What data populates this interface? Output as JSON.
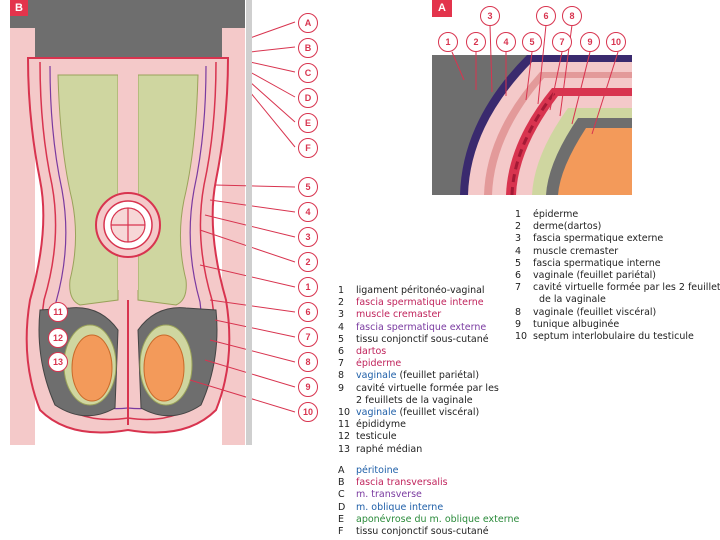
{
  "panel_b": {
    "tag": "B",
    "letter_labels": [
      "A",
      "B",
      "C",
      "D",
      "E",
      "F"
    ],
    "number_labels": [
      "5",
      "4",
      "3",
      "2",
      "1",
      "6",
      "7",
      "8",
      "9",
      "10"
    ],
    "inner_labels": [
      "11",
      "12",
      "13"
    ]
  },
  "panel_a": {
    "tag": "A",
    "top_labels": [
      "3",
      "6",
      "8"
    ],
    "row_labels": [
      "1",
      "2",
      "4",
      "5",
      "7",
      "9",
      "10"
    ]
  },
  "legend_a": [
    {
      "n": "1",
      "t": "épiderme"
    },
    {
      "n": "2",
      "t": "derme(dartos)"
    },
    {
      "n": "3",
      "t": "fascia spermatique externe"
    },
    {
      "n": "4",
      "t": "muscle cremaster"
    },
    {
      "n": "5",
      "t": "fascia spermatique interne"
    },
    {
      "n": "6",
      "t": "vaginale (feuillet pariétal)"
    },
    {
      "n": "7",
      "t": "cavité virtuelle formée par les 2 feuillets"
    },
    {
      "n": "",
      "t": "de la vaginale"
    },
    {
      "n": "8",
      "t": "vaginale (feuillet viscéral)"
    },
    {
      "n": "9",
      "t": "tunique albuginée"
    },
    {
      "n": "10",
      "t": "septum interlobulaire du testicule"
    }
  ],
  "legend_b_numbers": [
    {
      "n": "1",
      "t": "ligament péritonéo-vaginal",
      "c": ""
    },
    {
      "n": "2",
      "t": "fascia spermatique interne",
      "c": "pink"
    },
    {
      "n": "3",
      "t": "muscle cremaster",
      "c": "pink"
    },
    {
      "n": "4",
      "t": "fascia spermatique externe",
      "c": "purple"
    },
    {
      "n": "5",
      "t": "tissu conjonctif sous-cutané",
      "c": ""
    },
    {
      "n": "6",
      "t": "dartos",
      "c": "pink"
    },
    {
      "n": "7",
      "t": "épiderme",
      "c": "pink"
    },
    {
      "n": "8",
      "t": "vaginale",
      "t2": " (feuillet pariétal)",
      "c": "blue"
    },
    {
      "n": "9",
      "t": "cavité virtuelle formée par les",
      "c": ""
    },
    {
      "n": "",
      "t": "2 feuillets de la vaginale",
      "c": ""
    },
    {
      "n": "10",
      "t": "vaginale",
      "t2": " (feuillet viscéral)",
      "c": "blue"
    },
    {
      "n": "11",
      "t": "épididyme",
      "c": ""
    },
    {
      "n": "12",
      "t": "testicule",
      "c": ""
    },
    {
      "n": "13",
      "t": "raphé médian",
      "c": ""
    }
  ],
  "legend_b_letters": [
    {
      "n": "A",
      "t": "péritoine",
      "c": "blue"
    },
    {
      "n": "B",
      "t": "fascia transversalis",
      "c": "pink"
    },
    {
      "n": "C",
      "t": "m. transverse",
      "c": "purple"
    },
    {
      "n": "D",
      "t": "m. oblique interne",
      "c": "blue"
    },
    {
      "n": "E",
      "t": "aponévrose du m. oblique externe",
      "c": "green"
    },
    {
      "n": "F",
      "t": "tissu conjonctif sous-cutané",
      "c": ""
    }
  ],
  "colors": {
    "red": "#d8344f",
    "skin": "#f4c9c9",
    "olive": "#cfd6a0",
    "grey": "#6e6e6e",
    "orange": "#f39a5a"
  }
}
